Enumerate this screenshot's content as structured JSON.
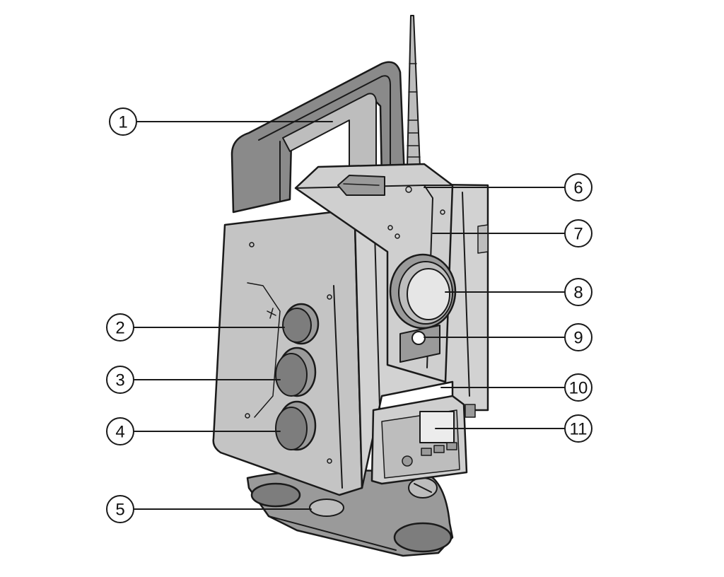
{
  "figure": {
    "subject": "total-station-instrument",
    "callouts": [
      {
        "label": "1",
        "side": "left"
      },
      {
        "label": "2",
        "side": "left"
      },
      {
        "label": "3",
        "side": "left"
      },
      {
        "label": "4",
        "side": "left"
      },
      {
        "label": "5",
        "side": "left"
      },
      {
        "label": "6",
        "side": "right"
      },
      {
        "label": "7",
        "side": "right"
      },
      {
        "label": "8",
        "side": "right"
      },
      {
        "label": "9",
        "side": "right"
      },
      {
        "label": "10",
        "side": "right"
      },
      {
        "label": "11",
        "side": "right"
      }
    ]
  },
  "colors": {
    "body_fill": "#c4c4c4",
    "body_light": "#d6d6d6",
    "body_dark": "#9a9a9a",
    "handle_dark": "#7d7d7d",
    "lens_fill": "#e6e6e6",
    "outline": "#1a1a1a",
    "leader_line": "#1a1a1a"
  }
}
